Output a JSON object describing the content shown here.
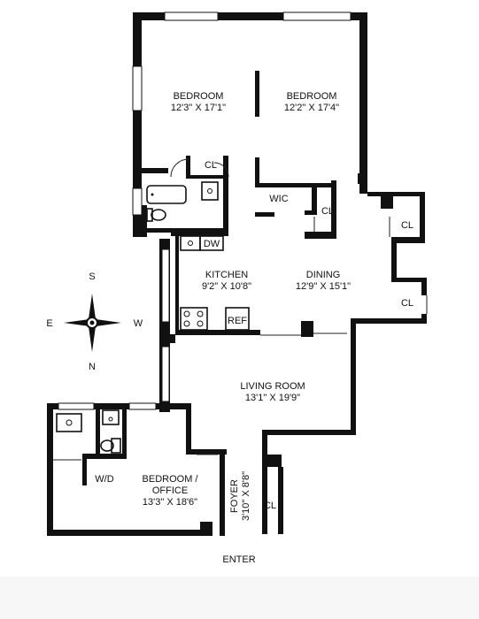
{
  "rooms": {
    "bedroom1": {
      "name": "BEDROOM",
      "dims": "12'3\" X 17'1\""
    },
    "bedroom2": {
      "name": "BEDROOM",
      "dims": "12'2\" X 17'4\""
    },
    "kitchen": {
      "name": "KITCHEN",
      "dims": "9'2\" X 10'8\""
    },
    "dining": {
      "name": "DINING",
      "dims": "12'9\" X 15'1\""
    },
    "living": {
      "name": "LIVING ROOM",
      "dims": "13'1\" X 19'9\""
    },
    "office": {
      "name_line1": "BEDROOM /",
      "name_line2": "OFFICE",
      "dims": "13'3\" X 18'6\""
    },
    "foyer": {
      "name": "FOYER",
      "dims": "3'10\" X 8'8\""
    }
  },
  "fixtures": {
    "closet": "CL",
    "walk_in_closet": "WIC",
    "dishwasher": "DW",
    "refrigerator": "REF",
    "washer_dryer": "W/D"
  },
  "compass": {
    "north": "N",
    "south": "S",
    "east": "E",
    "west": "W"
  },
  "entrance": "ENTER",
  "colors": {
    "wall": "#111111",
    "background": "#ffffff",
    "footer": "#f7f7f7"
  }
}
